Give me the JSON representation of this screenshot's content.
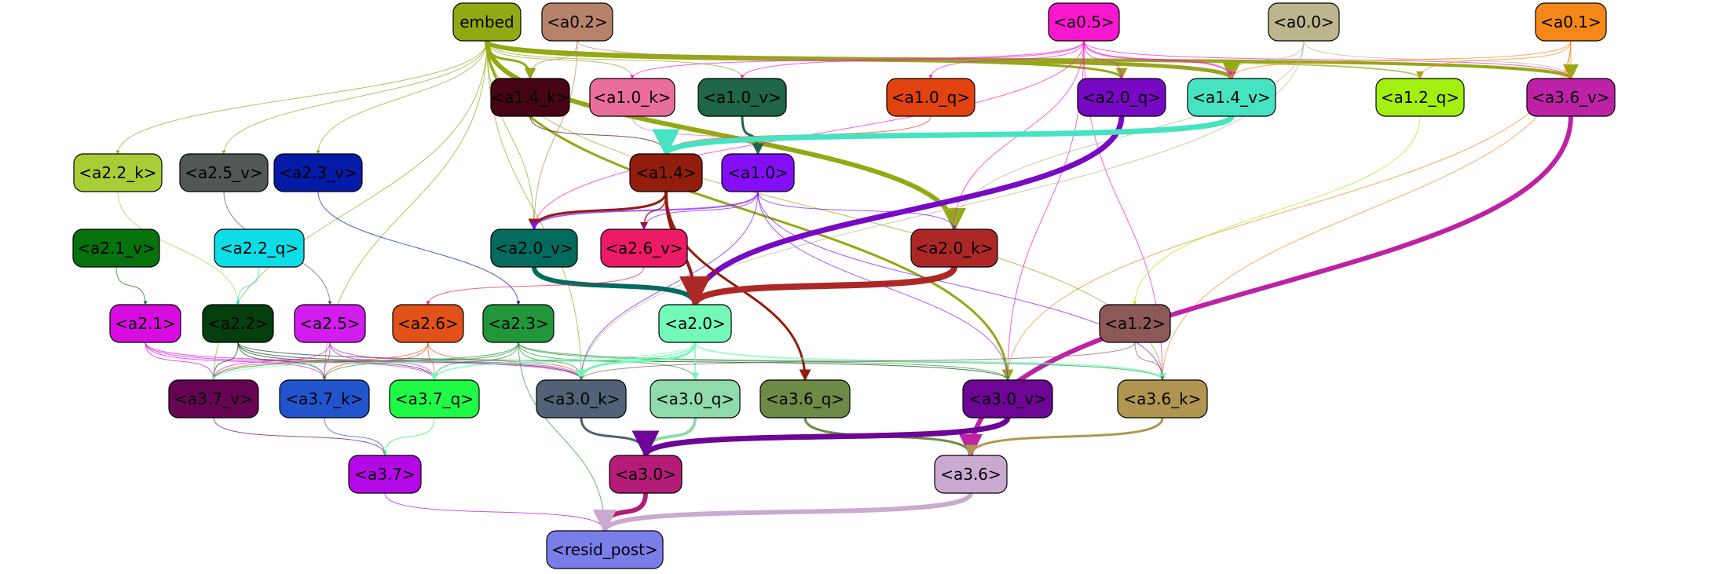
{
  "nodes": [
    {
      "id": "embed",
      "label": "embed",
      "color": "#93a914",
      "text_color": "#000000"
    },
    {
      "id": "a0_2",
      "label": "<a0.2>",
      "color": "#b6836a",
      "text_color": "#000000"
    },
    {
      "id": "a0_5",
      "label": "<a0.5>",
      "color": "#fa17d0",
      "text_color": "#000000"
    },
    {
      "id": "a0_0",
      "label": "<a0.0>",
      "color": "#bbb68d",
      "text_color": "#000000"
    },
    {
      "id": "a0_1",
      "label": "<a0.1>",
      "color": "#f68819",
      "text_color": "#000000"
    },
    {
      "id": "a1_4_k",
      "label": "<a1.4_k>",
      "color": "#460414",
      "text_color": "#000000"
    },
    {
      "id": "a1_0_k",
      "label": "<a1.0_k>",
      "color": "#ea6e9c",
      "text_color": "#000000"
    },
    {
      "id": "a1_0_v",
      "label": "<a1.0_v>",
      "color": "#1f6548",
      "text_color": "#000000"
    },
    {
      "id": "a1_0_q",
      "label": "<a1.0_q>",
      "color": "#e1420f",
      "text_color": "#000000"
    },
    {
      "id": "a2_0_q",
      "label": "<a2.0_q>",
      "color": "#7709c4",
      "text_color": "#000000"
    },
    {
      "id": "a1_4_v",
      "label": "<a1.4_v>",
      "color": "#46e3c2",
      "text_color": "#000000"
    },
    {
      "id": "a1_2_q",
      "label": "<a1.2_q>",
      "color": "#a2ef10",
      "text_color": "#000000"
    },
    {
      "id": "a3_6_v",
      "label": "<a3.6_v>",
      "color": "#bd22a6",
      "text_color": "#000000"
    },
    {
      "id": "a2_2_k",
      "label": "<a2.2_k>",
      "color": "#a8ce37",
      "text_color": "#000000"
    },
    {
      "id": "a2_5_v",
      "label": "<a2.5_v>",
      "color": "#525858",
      "text_color": "#000000"
    },
    {
      "id": "a2_3_v",
      "label": "<a2.3_v>",
      "color": "#051ba7",
      "text_color": "#000000"
    },
    {
      "id": "a1_4",
      "label": "<a1.4>",
      "color": "#921d0c",
      "text_color": "#000000"
    },
    {
      "id": "a1_0",
      "label": "<a1.0>",
      "color": "#830ef7",
      "text_color": "#000000"
    },
    {
      "id": "a2_1_v",
      "label": "<a2.1_v>",
      "color": "#05720e",
      "text_color": "#000000"
    },
    {
      "id": "a2_2_q",
      "label": "<a2.2_q>",
      "color": "#0cdde7",
      "text_color": "#000000"
    },
    {
      "id": "a2_0_v",
      "label": "<a2.0_v>",
      "color": "#036b5e",
      "text_color": "#000000"
    },
    {
      "id": "a2_6_v",
      "label": "<a2.6_v>",
      "color": "#ed1a67",
      "text_color": "#000000"
    },
    {
      "id": "a2_0_k",
      "label": "<a2.0_k>",
      "color": "#ac2827",
      "text_color": "#000000"
    },
    {
      "id": "a2_1",
      "label": "<a2.1>",
      "color": "#d80ce0",
      "text_color": "#000000"
    },
    {
      "id": "a2_2",
      "label": "<a2.2>",
      "color": "#053f0d",
      "text_color": "#000000"
    },
    {
      "id": "a2_5",
      "label": "<a2.5>",
      "color": "#d31dee",
      "text_color": "#000000"
    },
    {
      "id": "a2_6",
      "label": "<a2.6>",
      "color": "#e25218",
      "text_color": "#000000"
    },
    {
      "id": "a2_3",
      "label": "<a2.3>",
      "color": "#21963b",
      "text_color": "#000000"
    },
    {
      "id": "a2_0",
      "label": "<a2.0>",
      "color": "#73f9b8",
      "text_color": "#000000"
    },
    {
      "id": "a1_2",
      "label": "<a1.2>",
      "color": "#8c5858",
      "text_color": "#000000"
    },
    {
      "id": "a3_7_v",
      "label": "<a3.7_v>",
      "color": "#650453",
      "text_color": "#000000"
    },
    {
      "id": "a3_7_k",
      "label": "<a3.7_k>",
      "color": "#2254ce",
      "text_color": "#000000"
    },
    {
      "id": "a3_7_q",
      "label": "<a3.7_q>",
      "color": "#1efa45",
      "text_color": "#000000"
    },
    {
      "id": "a3_0_k",
      "label": "<a3.0_k>",
      "color": "#526276",
      "text_color": "#000000"
    },
    {
      "id": "a3_0_q",
      "label": "<a3.0_q>",
      "color": "#8fdbab",
      "text_color": "#000000"
    },
    {
      "id": "a3_6_q",
      "label": "<a3.6_q>",
      "color": "#6e8a47",
      "text_color": "#000000"
    },
    {
      "id": "a3_0_v",
      "label": "<a3.0_v>",
      "color": "#6d0595",
      "text_color": "#000000"
    },
    {
      "id": "a3_6_k",
      "label": "<a3.6_k>",
      "color": "#b09650",
      "text_color": "#000000"
    },
    {
      "id": "a3_7",
      "label": "<a3.7>",
      "color": "#b508e8",
      "text_color": "#000000"
    },
    {
      "id": "a3_0",
      "label": "<a3.0>",
      "color": "#b41c77",
      "text_color": "#000000"
    },
    {
      "id": "a3_6",
      "label": "<a3.6>",
      "color": "#cbaad1",
      "text_color": "#000000"
    },
    {
      "id": "resid_post",
      "label": "<resid_post>",
      "color": "#7a7ee8",
      "text_color": "#000000"
    }
  ],
  "edges": [
    {
      "from": "embed",
      "to": "a2_0_k",
      "color": "#93a914",
      "weight": 6
    },
    {
      "from": "embed",
      "to": "a1_4_v",
      "color": "#93a914",
      "weight": 5
    },
    {
      "from": "embed",
      "to": "a3_6_v",
      "color": "#93a914",
      "weight": 4
    },
    {
      "from": "embed",
      "to": "a3_0_v",
      "color": "#93a914",
      "weight": 3
    },
    {
      "from": "embed",
      "to": "a2_0_q",
      "color": "#93a914",
      "weight": 3
    },
    {
      "from": "embed",
      "to": "a1_4_k",
      "color": "#93a914",
      "weight": 3
    },
    {
      "from": "embed",
      "to": "a1_2_q",
      "color": "#93a914",
      "weight": 2
    },
    {
      "from": "embed",
      "to": "a1_0_v",
      "color": "#93a914",
      "weight": 1
    },
    {
      "from": "embed",
      "to": "a1_0_k",
      "color": "#93a914",
      "weight": 1
    },
    {
      "from": "embed",
      "to": "a2_2_k",
      "color": "#93a914",
      "weight": 1
    },
    {
      "from": "embed",
      "to": "a2_5_v",
      "color": "#93a914",
      "weight": 1
    },
    {
      "from": "embed",
      "to": "a2_3_v",
      "color": "#93a914",
      "weight": 1
    },
    {
      "from": "embed",
      "to": "a2_0_v",
      "color": "#93a914",
      "weight": 1
    },
    {
      "from": "embed",
      "to": "a3_0_k",
      "color": "#93a914",
      "weight": 1
    },
    {
      "from": "embed",
      "to": "a3_6_k",
      "color": "#93a914",
      "weight": 1
    },
    {
      "from": "embed",
      "to": "a3_7_v",
      "color": "#93a914",
      "weight": 1
    },
    {
      "from": "embed",
      "to": "a3_7_k",
      "color": "#93a914",
      "weight": 1
    },
    {
      "from": "a0_2",
      "to": "a1_4_k",
      "color": "#b6836a",
      "weight": 1
    },
    {
      "from": "a0_2",
      "to": "a2_0_v",
      "color": "#b6836a",
      "weight": 1
    },
    {
      "from": "a0_2",
      "to": "a1_4_v",
      "color": "#b6836a",
      "weight": 1
    },
    {
      "from": "a0_5",
      "to": "a1_4_v",
      "color": "#fa17d0",
      "weight": 2
    },
    {
      "from": "a0_5",
      "to": "a2_0_q",
      "color": "#fa17d0",
      "weight": 1
    },
    {
      "from": "a0_5",
      "to": "a1_0_q",
      "color": "#fa17d0",
      "weight": 1
    },
    {
      "from": "a0_5",
      "to": "a1_0_v",
      "color": "#fa17d0",
      "weight": 1
    },
    {
      "from": "a0_5",
      "to": "a1_0_k",
      "color": "#fa17d0",
      "weight": 1
    },
    {
      "from": "a0_5",
      "to": "a2_0_k",
      "color": "#fa17d0",
      "weight": 1
    },
    {
      "from": "a0_5",
      "to": "a2_0_v",
      "color": "#fa17d0",
      "weight": 1
    },
    {
      "from": "a0_5",
      "to": "a3_6_v",
      "color": "#fa17d0",
      "weight": 1
    },
    {
      "from": "a0_5",
      "to": "a3_0_v",
      "color": "#fa17d0",
      "weight": 1
    },
    {
      "from": "a0_5",
      "to": "a3_6_k",
      "color": "#fa17d0",
      "weight": 1
    },
    {
      "from": "a0_0",
      "to": "a1_4_v",
      "color": "#bbb68d",
      "weight": 1
    },
    {
      "from": "a0_0",
      "to": "a2_0_k",
      "color": "#bbb68d",
      "weight": 1
    },
    {
      "from": "a0_0",
      "to": "a3_6_v",
      "color": "#bbb68d",
      "weight": 1
    },
    {
      "from": "a0_0",
      "to": "a3_0_k",
      "color": "#bbb68d",
      "weight": 1
    },
    {
      "from": "a0_1",
      "to": "a1_4_v",
      "color": "#f68819",
      "weight": 1
    },
    {
      "from": "a0_1",
      "to": "a3_6_v",
      "color": "#f68819",
      "weight": 1
    },
    {
      "from": "a0_1",
      "to": "a1_2_q",
      "color": "#f68819",
      "weight": 1
    },
    {
      "from": "a0_1",
      "to": "a3_0_v",
      "color": "#f68819",
      "weight": 1
    },
    {
      "from": "a0_1",
      "to": "a3_6_k",
      "color": "#f68819",
      "weight": 1
    },
    {
      "from": "a1_4_k",
      "to": "a1_4",
      "color": "#460414",
      "weight": 1
    },
    {
      "from": "a1_0_k",
      "to": "a1_0",
      "color": "#ea6e9c",
      "weight": 1
    },
    {
      "from": "a1_0_v",
      "to": "a1_0",
      "color": "#1f6548",
      "weight": 3
    },
    {
      "from": "a1_0_q",
      "to": "a1_4",
      "color": "#e1420f",
      "weight": 1
    },
    {
      "from": "a2_0_q",
      "to": "a2_0",
      "color": "#7709c4",
      "weight": 7
    },
    {
      "from": "a1_4_v",
      "to": "a1_4",
      "color": "#46e3c2",
      "weight": 7
    },
    {
      "from": "a1_2_q",
      "to": "a1_2",
      "color": "#a2ef10",
      "weight": 1
    },
    {
      "from": "a3_6_v",
      "to": "a3_6",
      "color": "#bd22a6",
      "weight": 6
    },
    {
      "from": "a2_2_k",
      "to": "a2_2",
      "color": "#a8ce37",
      "weight": 1
    },
    {
      "from": "a2_5_v",
      "to": "a2_5",
      "color": "#525858",
      "weight": 1
    },
    {
      "from": "a2_3_v",
      "to": "a2_3",
      "color": "#051ba7",
      "weight": 1
    },
    {
      "from": "a1_4",
      "to": "a2_0",
      "color": "#921d0c",
      "weight": 4
    },
    {
      "from": "a1_4",
      "to": "a3_6_q",
      "color": "#921d0c",
      "weight": 3
    },
    {
      "from": "a1_4",
      "to": "a2_0_v",
      "color": "#921d0c",
      "weight": 3
    },
    {
      "from": "a1_4",
      "to": "a2_6_v",
      "color": "#921d0c",
      "weight": 2
    },
    {
      "from": "a1_0",
      "to": "a2_0_v",
      "color": "#830ef7",
      "weight": 2
    },
    {
      "from": "a1_0",
      "to": "a2_6_v",
      "color": "#830ef7",
      "weight": 1
    },
    {
      "from": "a1_0",
      "to": "a2_0_k",
      "color": "#830ef7",
      "weight": 1
    },
    {
      "from": "a1_0",
      "to": "a3_0_v",
      "color": "#830ef7",
      "weight": 1
    },
    {
      "from": "a1_0",
      "to": "a3_6_k",
      "color": "#830ef7",
      "weight": 1
    },
    {
      "from": "a1_0",
      "to": "a3_0_k",
      "color": "#830ef7",
      "weight": 1
    },
    {
      "from": "a2_1_v",
      "to": "a2_1",
      "color": "#05720e",
      "weight": 1
    },
    {
      "from": "a2_2_q",
      "to": "a2_2",
      "color": "#0cdde7",
      "weight": 1
    },
    {
      "from": "a2_0_v",
      "to": "a2_0",
      "color": "#036b5e",
      "weight": 6
    },
    {
      "from": "a2_6_v",
      "to": "a2_6",
      "color": "#ed1a67",
      "weight": 1
    },
    {
      "from": "a2_0_k",
      "to": "a2_0",
      "color": "#ac2827",
      "weight": 8
    },
    {
      "from": "a2_1",
      "to": "a3_7_v",
      "color": "#d80ce0",
      "weight": 1
    },
    {
      "from": "a2_1",
      "to": "a3_7_k",
      "color": "#d80ce0",
      "weight": 1
    },
    {
      "from": "a2_1",
      "to": "a3_7_q",
      "color": "#d80ce0",
      "weight": 1
    },
    {
      "from": "a2_1",
      "to": "a3_0_k",
      "color": "#d80ce0",
      "weight": 1
    },
    {
      "from": "a2_2",
      "to": "a3_7_v",
      "color": "#053f0d",
      "weight": 1
    },
    {
      "from": "a2_2",
      "to": "a3_7_k",
      "color": "#053f0d",
      "weight": 1
    },
    {
      "from": "a2_2",
      "to": "a3_7_q",
      "color": "#053f0d",
      "weight": 1
    },
    {
      "from": "a2_2",
      "to": "a3_0_k",
      "color": "#053f0d",
      "weight": 1
    },
    {
      "from": "a2_2",
      "to": "a3_0_v",
      "color": "#053f0d",
      "weight": 1
    },
    {
      "from": "a2_5",
      "to": "a3_7_v",
      "color": "#d31dee",
      "weight": 1
    },
    {
      "from": "a2_5",
      "to": "a3_7_k",
      "color": "#d31dee",
      "weight": 1
    },
    {
      "from": "a2_5",
      "to": "a3_7_q",
      "color": "#d31dee",
      "weight": 1
    },
    {
      "from": "a2_5",
      "to": "a3_0_k",
      "color": "#d31dee",
      "weight": 1
    },
    {
      "from": "a2_6",
      "to": "a3_7_v",
      "color": "#e25218",
      "weight": 1
    },
    {
      "from": "a2_6",
      "to": "a3_7_k",
      "color": "#e25218",
      "weight": 1
    },
    {
      "from": "a2_6",
      "to": "a3_7_q",
      "color": "#e25218",
      "weight": 1
    },
    {
      "from": "a2_6",
      "to": "a3_0_k",
      "color": "#e25218",
      "weight": 1
    },
    {
      "from": "a2_3",
      "to": "a3_7_v",
      "color": "#21963b",
      "weight": 1
    },
    {
      "from": "a2_3",
      "to": "a3_7_k",
      "color": "#21963b",
      "weight": 1
    },
    {
      "from": "a2_3",
      "to": "a3_7_q",
      "color": "#21963b",
      "weight": 1
    },
    {
      "from": "a2_3",
      "to": "a3_0_k",
      "color": "#21963b",
      "weight": 1
    },
    {
      "from": "a2_3",
      "to": "a3_0_q",
      "color": "#21963b",
      "weight": 1
    },
    {
      "from": "a2_3",
      "to": "a3_0_v",
      "color": "#21963b",
      "weight": 1
    },
    {
      "from": "a2_3",
      "to": "a3_6_k",
      "color": "#21963b",
      "weight": 1
    },
    {
      "from": "a2_3",
      "to": "resid_post",
      "color": "#21963b",
      "weight": 1
    },
    {
      "from": "a2_0",
      "to": "a3_0_k",
      "color": "#73f9b8",
      "weight": 3
    },
    {
      "from": "a2_0",
      "to": "a3_0_q",
      "color": "#73f9b8",
      "weight": 2
    },
    {
      "from": "a2_0",
      "to": "a3_7_q",
      "color": "#73f9b8",
      "weight": 2
    },
    {
      "from": "a2_0",
      "to": "a3_6_k",
      "color": "#73f9b8",
      "weight": 2
    },
    {
      "from": "a2_0",
      "to": "a3_7_v",
      "color": "#73f9b8",
      "weight": 1
    },
    {
      "from": "a1_2",
      "to": "a3_6_k",
      "color": "#8c5858",
      "weight": 1
    },
    {
      "from": "a1_2",
      "to": "a3_0_k",
      "color": "#8c5858",
      "weight": 1
    },
    {
      "from": "a3_7_v",
      "to": "a3_7",
      "color": "#650453",
      "weight": 1
    },
    {
      "from": "a3_7_k",
      "to": "a3_7",
      "color": "#2254ce",
      "weight": 1
    },
    {
      "from": "a3_7_q",
      "to": "a3_7",
      "color": "#1efa45",
      "weight": 1
    },
    {
      "from": "a3_0_k",
      "to": "a3_0",
      "color": "#526276",
      "weight": 3
    },
    {
      "from": "a3_0_q",
      "to": "a3_0",
      "color": "#8fdbab",
      "weight": 4
    },
    {
      "from": "a3_6_q",
      "to": "a3_6",
      "color": "#6e8a47",
      "weight": 3
    },
    {
      "from": "a3_0_v",
      "to": "a3_0",
      "color": "#6d0595",
      "weight": 7
    },
    {
      "from": "a3_6_k",
      "to": "a3_6",
      "color": "#b09650",
      "weight": 3
    },
    {
      "from": "a3_7",
      "to": "resid_post",
      "color": "#b508e8",
      "weight": 1
    },
    {
      "from": "a3_0",
      "to": "resid_post",
      "color": "#b41c77",
      "weight": 6
    },
    {
      "from": "a3_6",
      "to": "resid_post",
      "color": "#cbaad1",
      "weight": 6
    }
  ]
}
